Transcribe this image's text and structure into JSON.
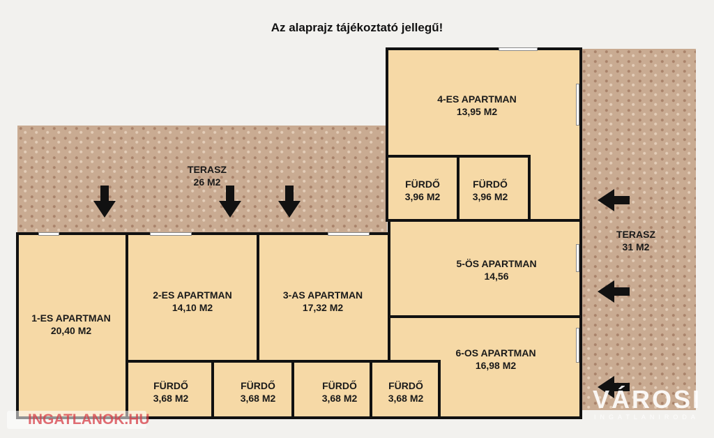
{
  "title": "Az alaprajz tájékoztató jellegű!",
  "rooms": [
    {
      "name": "1-ES APARTMAN",
      "area": "20,40 M2"
    },
    {
      "name": "2-ES APARTMAN",
      "area": "14,10 M2"
    },
    {
      "name": "3-AS APARTMAN",
      "area": "17,32 M2"
    },
    {
      "name": "4-ES APARTMAN",
      "area": "13,95 M2"
    },
    {
      "name": "5-ÖS APARTMAN",
      "area": "14,56"
    },
    {
      "name": "6-OS APARTMAN",
      "area": "16,98 M2"
    }
  ],
  "baths": [
    {
      "name": "FÜRDŐ",
      "area": "3,96 M2"
    },
    {
      "name": "FÜRDŐ",
      "area": "3,96 M2"
    },
    {
      "name": "FÜRDŐ",
      "area": "3,68 M2"
    },
    {
      "name": "FÜRDŐ",
      "area": "3,68 M2"
    },
    {
      "name": "FÜRDŐ",
      "area": "3,68 M2"
    },
    {
      "name": "FÜRDŐ",
      "area": "3,68 M2"
    }
  ],
  "terraces": [
    {
      "name": "TERASZ",
      "area": "26 M2"
    },
    {
      "name": "TERASZ",
      "area": "31 M2"
    }
  ],
  "watermarks": {
    "left": "INGATLANOK.HU",
    "right": "VÁROSI",
    "right_sub": "INGATLANIRODA"
  }
}
